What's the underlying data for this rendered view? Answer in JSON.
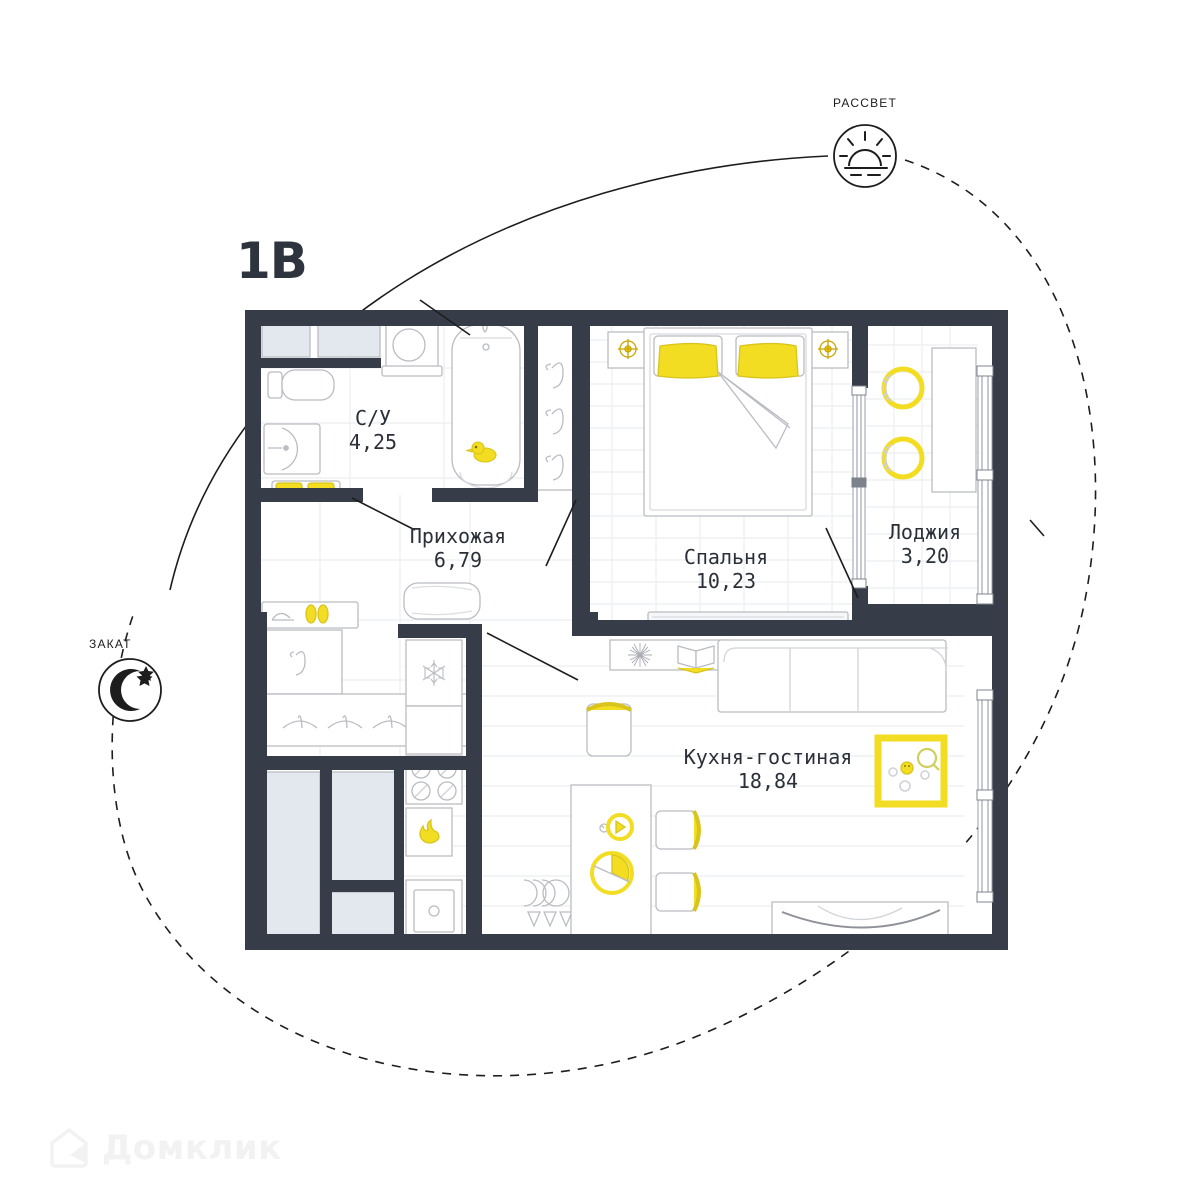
{
  "plan": {
    "title": "1В",
    "watermark_text": "Домклик"
  },
  "sun": {
    "sunrise_label": "РАССВЕТ",
    "sunset_label": "ЗАКАТ",
    "sunrise_icon": "sunrise-icon",
    "sunset_icon": "moon-stars-icon"
  },
  "rooms": [
    {
      "id": "bathroom",
      "name": "С/У",
      "area": "4,25"
    },
    {
      "id": "hallway",
      "name": "Прихожая",
      "area": "6,79"
    },
    {
      "id": "bedroom",
      "name": "Спальня",
      "area": "10,23"
    },
    {
      "id": "loggia",
      "name": "Лоджия",
      "area": "3,20"
    },
    {
      "id": "kitchen-living",
      "name": "Кухня-гостиная",
      "area": "18,84"
    }
  ],
  "colors": {
    "wall": "#363c48",
    "accent_yellow": "#f2dd22",
    "furniture_line": "#b9bcc2",
    "floor_line": "#eceef1",
    "storage_fill": "#e3e8ef",
    "text": "#2b3038",
    "watermark": "#f2f2f2"
  }
}
